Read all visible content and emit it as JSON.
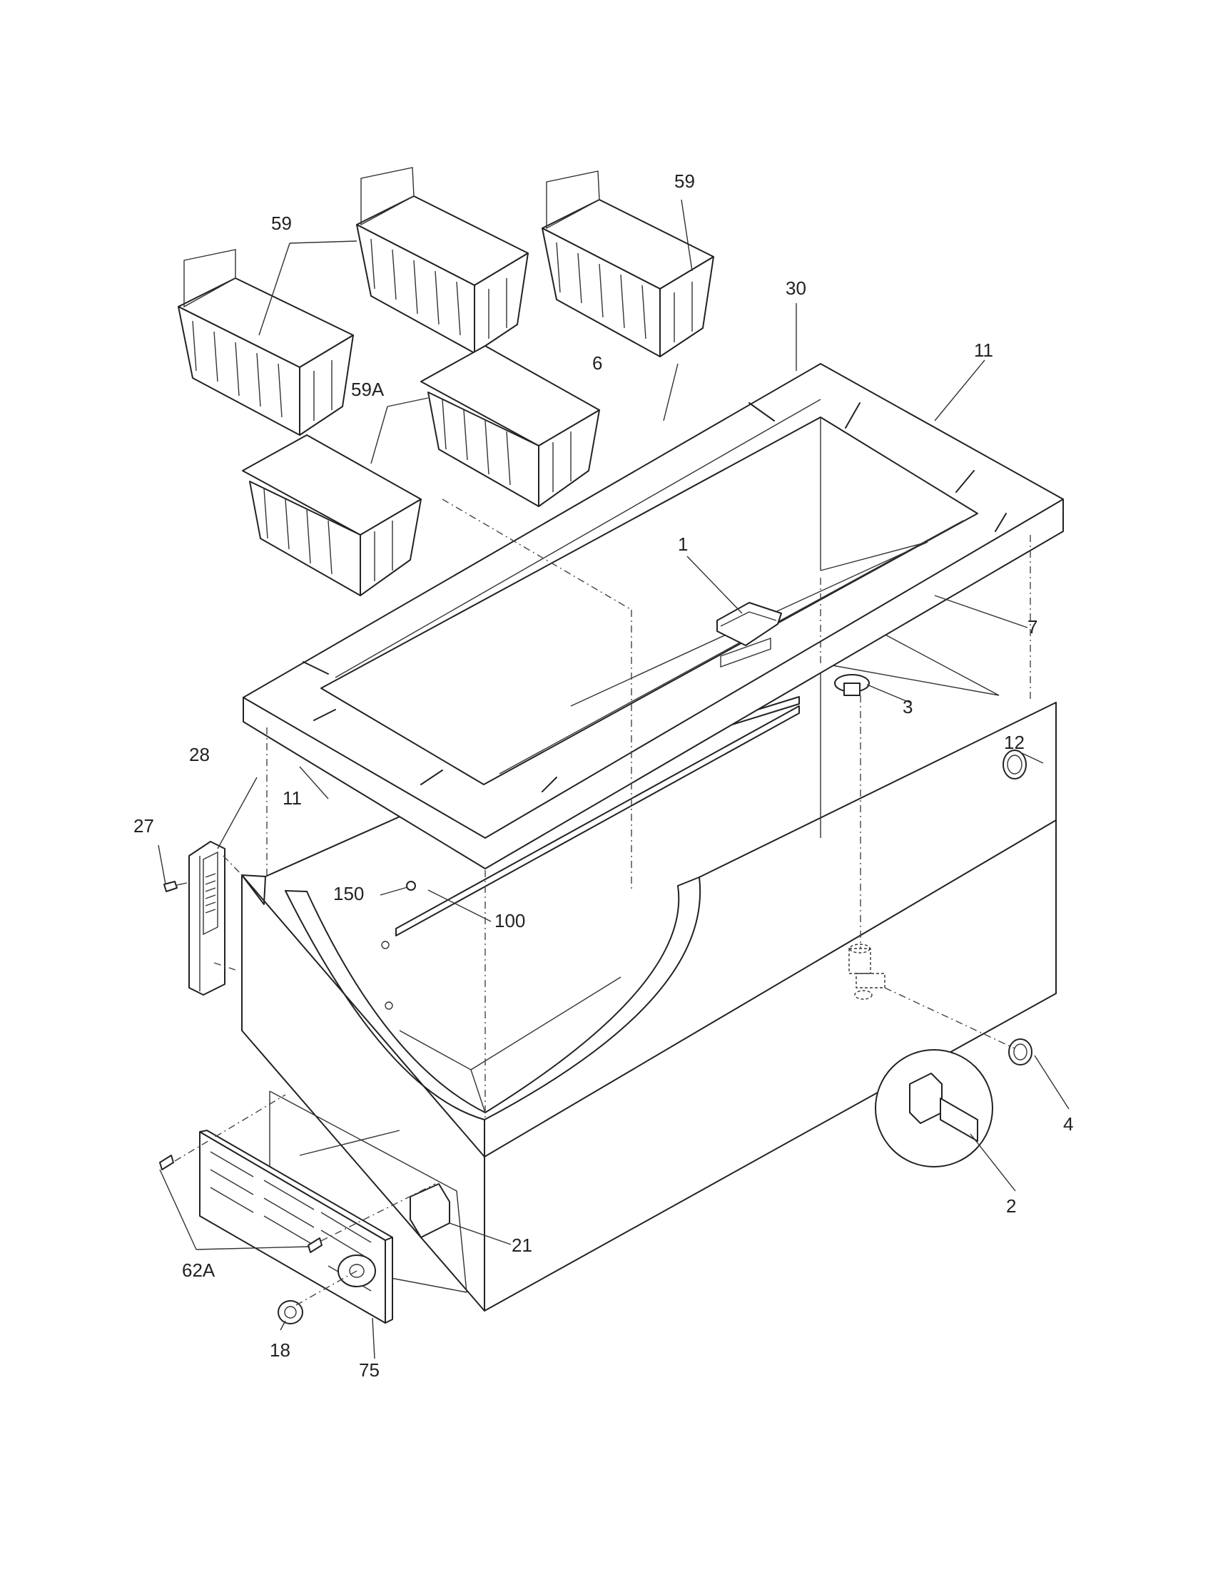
{
  "diagram": {
    "callouts": [
      "1",
      "2",
      "3",
      "4",
      "6",
      "7",
      "11",
      "12",
      "18",
      "21",
      "27",
      "28",
      "30",
      "59",
      "59A",
      "62A",
      "75",
      "100",
      "150"
    ],
    "labels": [
      {
        "id": "1",
        "text": "1"
      },
      {
        "id": "2",
        "text": "2"
      },
      {
        "id": "3",
        "text": "3"
      },
      {
        "id": "4",
        "text": "4"
      },
      {
        "id": "6",
        "text": "6"
      },
      {
        "id": "7",
        "text": "7"
      },
      {
        "id": "11a",
        "text": "11"
      },
      {
        "id": "11b",
        "text": "11"
      },
      {
        "id": "12",
        "text": "12"
      },
      {
        "id": "18",
        "text": "18"
      },
      {
        "id": "21",
        "text": "21"
      },
      {
        "id": "27",
        "text": "27"
      },
      {
        "id": "28",
        "text": "28"
      },
      {
        "id": "30",
        "text": "30"
      },
      {
        "id": "59a",
        "text": "59"
      },
      {
        "id": "59b",
        "text": "59"
      },
      {
        "id": "59A",
        "text": "59A"
      },
      {
        "id": "62A",
        "text": "62A"
      },
      {
        "id": "75",
        "text": "75"
      },
      {
        "id": "100",
        "text": "100"
      },
      {
        "id": "150",
        "text": "150"
      }
    ]
  }
}
